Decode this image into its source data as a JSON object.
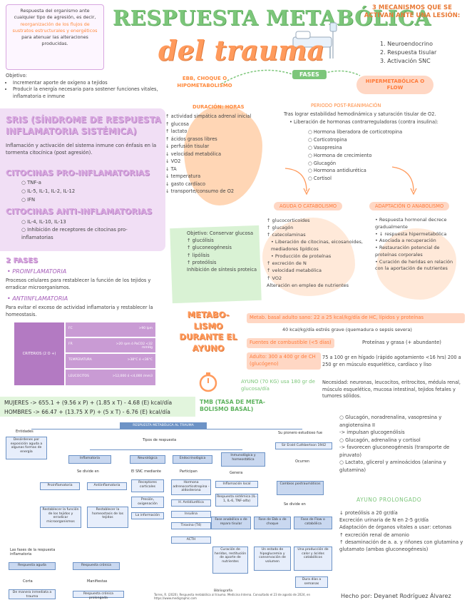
{
  "intro_box": {
    "text_a": "Respuesta del organismo ante cualquier tipo de agresión, es decir, ",
    "text_b": "reorganización de los flujos de sustratos estructurales y energéticos",
    "text_c": " para atenuar las alteraciones producidas."
  },
  "title": {
    "line1": "RESPUESTA METABÓLICA",
    "line2": "del trauma"
  },
  "mechanisms": {
    "heading": "3 MECANISMOS QUE SE ACTIVAN ANTE UNA LESIÓN:",
    "items": [
      "1. Neuroendocrino",
      "2. Respuesta tisular",
      "3. Activación SNC"
    ]
  },
  "objective": {
    "label": "Objetivo:",
    "items": [
      "Incrementar aporte de oxígeno a tejidos",
      "Producir la energía necesaria para sostener funciones vitales, inflamatoria e inmune"
    ]
  },
  "fases_label": "FASES",
  "ebb": {
    "label": "EBB, CHOQUE O HIPOMETABOLISMO",
    "duration": "DURACIÓN: HORAS",
    "items": [
      "↑ actividad simpática adrenal inicial",
      "↑ glucosa",
      "↑ lactato",
      "↑ ácidos grasos libres",
      "↓ perfusión tisular",
      "↓ velocidad metabólica",
      "↓ VO2",
      "↓ TA",
      "↓ temperatura",
      "↓ gasto cardíaco",
      "↓ transporte/consumo de O2"
    ]
  },
  "hyper": {
    "label": "HIPERMETABÓLICA O FLOW",
    "period": "PERIODO POST-REANIMACIÓN",
    "intro": "Tras lograr estabilidad hemodinámica y saturación tisular de O2.",
    "bullet": "Liberación de hormonas contrarreguladoras (contra insulina):",
    "hormones": [
      "Hormona liberadora de corticotropina",
      "Corticotropina",
      "Vasopresina",
      "Hormona de crecimiento",
      "Glucagón",
      "Hormona antidiurética",
      "Cortisol"
    ]
  },
  "sris": {
    "heading": "SRIS (SÍNDROME DE RESPUESTA INFLAMATORIA SISTÉMICA)",
    "text": "Inflamación y activación del sistema inmune con énfasis en la tormenta citocínica (post agresión).",
    "pro_heading": "CITOCINAS PRO-INFLAMATORIAS",
    "pro_items": [
      "TNF-a",
      "IL-5, IL-1, IL-2, IL-12",
      "IFN"
    ],
    "anti_heading": "CITOCINAS ANTI-INFLAMATORIAS",
    "anti_items": [
      "IL-4, IL-10, IL-13",
      "Inhibición de receptores de citocinas pro-inflamatorias"
    ]
  },
  "aguda": {
    "label": "AGUDA O CATABOLISMO",
    "items": [
      "↑ glucocorticoides",
      "↑ glucagón",
      "↑ catecolaminas",
      "• Liberación de citocinas, eicosanoides, mediadores lipídicos",
      "• Producción de proteínas",
      "↑ excreción de N",
      "↑ velocidad metabólica",
      "↑ VO2",
      "Alteración en empleo de nutrientes"
    ]
  },
  "adapt": {
    "label": "ADAPTACIÓN O ANABOLISMO",
    "items": [
      "Respuesta hormonal decrece gradualmente",
      "↓ respuesta hipermetabólica",
      "Asociada a recuperación",
      "Restauración potencial de proteínas corporales",
      "Curación de heridas en relación con la aportación de nutrientes"
    ]
  },
  "green_box": {
    "label": "Objetivo: Conservar glucosa",
    "items": [
      "↑ glucólisis",
      "↑ gluconeogénesis",
      "↑ lipólisis",
      "↑ proteólisis",
      "Inhibición de síntesis proteica"
    ]
  },
  "fases2": {
    "heading": "2 FASES",
    "pro_label": "PROINFLAMATORIA",
    "pro_text": "Procesos celulares para restablecer la función de los tejidos y erradicar microorganismos.",
    "anti_label": "ANTIINFLAMATORIA",
    "anti_text": "Para evitar el exceso de actividad inflamatoria y restablecer la homeostasis."
  },
  "criteria_table": {
    "left": "CRITERIOS (2 O +)",
    "rows": [
      {
        "name": "FC",
        "value": ">90 lpm"
      },
      {
        "name": "FR",
        "value": ">20 rpm ó PaCO2 <32 mmHg"
      },
      {
        "name": "TEMPERATURA",
        "value": ">38°C ó <36°C"
      },
      {
        "name": "LEUCOCITOS",
        "value": ">12,000 ó <4,000 /mm3"
      }
    ]
  },
  "metabolismo": {
    "title": "METABO-LISMO DURANTE EL AYUNO",
    "basal": "Metab. basal adulto sano: 22 a 25 kcal/kg/día de HC, lípidos y proteínas",
    "stress": "40 kcal/kg/día estrés grave (quemadura o sepsis severa)",
    "fuel_label": "Fuentes de combustible (<5 días)",
    "fuel_value": "Proteínas y grasa (+ abundante)",
    "adult_label": "Adulto: 300 a 400 gr de CH (glucógeno)",
    "adult_value": "75 a 100 gr en hígado (rápido agotamiento <16 hrs) 200 a 250 gr en músculo esquelético, cardíaco y liso",
    "ayuno_label": "AYUNO (70 KG) usa 180 gr de glucosa/día",
    "ayuno_value": "Necesidad: neuronas, leucocitos, eritrocitos, médula renal, músculo esquelético, mucosa intestinal, tejidos fetales y tumores sólidos."
  },
  "tmb": {
    "women": "MUJERES -> 655.1 + (9.56 x P) + (1.85 x T) - 4.68 (E) kcal/día",
    "men": "HOMBRES -> 66.47 + (13.75 X P) + (5 x T) - 6.76 (E) kcal/día",
    "label": "TMB (TASA DE META-BOLISMO BASAL)"
  },
  "gluco": {
    "items": [
      "Glucagón, noradrenalina, vasopresina y angiotensina II",
      "-> impulsan glucogenólisis",
      "Glucagón, adrenalina y cortisol",
      "-> favorecen gluconeogénesis (transporte de piruvato)",
      "Lactato, glicerol y aminoácidos (alanina y glutamina)"
    ]
  },
  "ayuno_prolongado": {
    "label": "AYUNO PROLONGADO",
    "items": [
      "↓ proteólisis a 20 gr/día",
      "Excreción urinaria de N en 2-5 gr/día",
      "Adaptación de órganos vitales a usar: cetonas",
      "↑ excreción renal de amonio",
      "↑ desaminación de a. a. y riñones con glutamina y glutamato (ambas gluconeogénesis)"
    ]
  },
  "footer": {
    "credit": "Hecho por: Deyanet Rodríguez Álvarez",
    "ref_title": "Bibliografía",
    "ref_text": "Torres, R. (2020). Respuesta metabólica al trauma. Medicina Interna. Consultado el 23 de agosto de 2024, en https://www.medigraphic.com"
  },
  "diagram": {
    "title": "RESPUESTA METABÓLICA AL TRAUMA",
    "entity": "Entidades",
    "def": "Desórdenes por exposición aguda a algunas formas de energía",
    "tipos": "Tipos de respuesta",
    "pioneer": "Su pionero estudioso fue",
    "pioneer_name": "Sir Erald Cuthbertson 1942",
    "n_inflam": "Inflamatoria",
    "n_neuro": "Neurológica",
    "n_endo": "Endocrinológica",
    "n_immune": "Inmunológica y homeostática",
    "divide": "Se divide en",
    "pro": "Proinflamatoria",
    "anti": "Antiinflamatoria",
    "pro_text": "Restablecer la función de los tejidos y erradicar microorganismos",
    "anti_text": "Restablecer la homeostasis de los tejidos",
    "snc": "El SNC mediante",
    "neuro_box": "Receptores corticales",
    "neuro_box2": "Presión, oxigenación",
    "neuro_box3": "La información",
    "participa": "Participan",
    "endo1": "Hormona adrenocorticotropina - aldosterona",
    "endo2": "H. Antidiurética",
    "endo3": "Insulina",
    "endo4": "Tiroxina (T4)",
    "endo5": "ACTH",
    "genera": "Genera",
    "immune1": "Inflamación local",
    "immune2": "Respuesta sistémica (IL-1, IL-6, TNF-alfa)",
    "ocurren": "Ocurren",
    "cambios": "Cambios postraumáticos",
    "divide2": "Se divide en",
    "f_ebb": "Fase anabólica o de reparo tisular",
    "f_hyp": "Fase de Ebb o de choque",
    "f_flow": "Fase de Flow o catabólica",
    "f1_text": "Curación de heridas, restitución de aporte de nutrientes",
    "f2_text": "Un estado de hipoglucemia y conservación de volumen",
    "f3_text": "Una producción de calor y ácidos catabólicos",
    "f3_b": "Dura días a semanas",
    "estados": "Las fases de la respuesta inflamatoria",
    "aguda": "Respuesta aguda",
    "cronica": "Respuesta crónica",
    "corto": "Corta",
    "larga": "Manifiestas",
    "manera": "De manera inmediata a trauma",
    "prolongada": "Respuesta crónica prolongada"
  },
  "colors": {
    "green": "#7cc67a",
    "orange": "#ff9a5c",
    "pink": "#d8a6e0",
    "purple": "#a45cb8",
    "blue": "#6d93c6"
  }
}
